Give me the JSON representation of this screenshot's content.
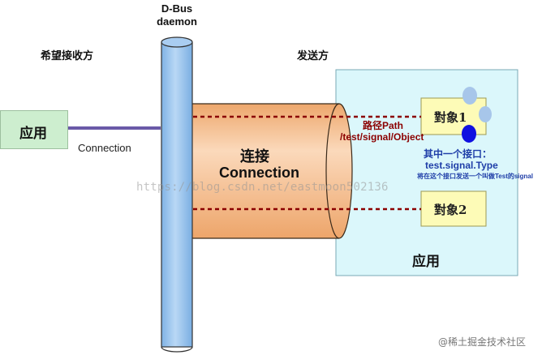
{
  "daemon_title_line1": "D-Bus",
  "daemon_title_line2": "daemon",
  "receiver_label": "希望接收方",
  "sender_label": "发送方",
  "left_app_label": "应用",
  "left_connection_label": "Connection",
  "connection_title": "连接",
  "connection_subtitle": "Connection",
  "path_label_line1": "路径Path",
  "path_label_line2": "/test/signal/Object",
  "object1_label": "對象1",
  "object2_label": "對象2",
  "interface_label_line1": "其中一个接口：",
  "interface_label_line2": "test.signal.Type",
  "interface_label_line3": "将在这个接口发送一个叫做Test的signal",
  "right_app_label": "应用",
  "watermark": "https://blog.csdn.net/eastmoon502136",
  "footer": "@稀土掘金技术社区",
  "colors": {
    "cylinder_blue": "#9cc7ef",
    "connection_orange": "#f6c9a2",
    "app_green": "#cdeecf",
    "panel_cyan": "#dbf7fb",
    "object_yellow": "#fdfbb7",
    "dashed_red": "#8b0000",
    "link_purple": "#6a5aa8",
    "label_blue": "#1f3ea8",
    "dark_blue_dot": "#1010e0",
    "light_blue_dot": "#a7c6ea"
  }
}
